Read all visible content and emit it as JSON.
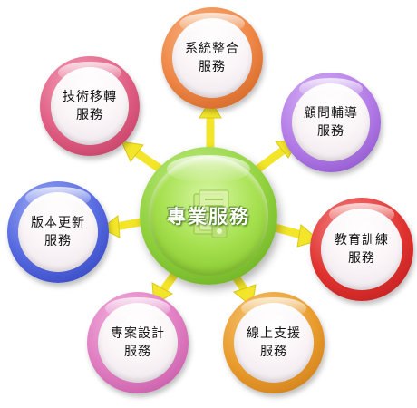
{
  "center": {
    "label": "專業服務"
  },
  "services": [
    {
      "id": "system",
      "line1": "系統整合",
      "line2": "服務",
      "color": "#ee8544"
    },
    {
      "id": "consult",
      "line1": "顧問輔導",
      "line2": "服務",
      "color": "#b27ae6"
    },
    {
      "id": "edu",
      "line1": "教育訓練",
      "line2": "服務",
      "color": "#e0322f"
    },
    {
      "id": "online",
      "line1": "線上支援",
      "line2": "服務",
      "color": "#e99b2c"
    },
    {
      "id": "project",
      "line1": "專案設計",
      "line2": "服務",
      "color": "#e07cc1"
    },
    {
      "id": "version",
      "line1": "版本更新",
      "line2": "服務",
      "color": "#5367df"
    },
    {
      "id": "tech",
      "line1": "技術移轉",
      "line2": "服務",
      "color": "#df5d82"
    }
  ],
  "arrow_color": "#f5ee3a",
  "center_color": "#8fd03c"
}
